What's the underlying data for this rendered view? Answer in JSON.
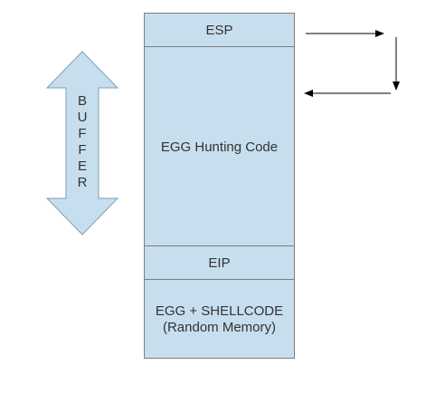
{
  "colors": {
    "box_fill": "#c7deee",
    "box_stroke": "#7f7f7f",
    "arrow_fill": "#c7deee",
    "arrow_stroke": "#7f9fb5",
    "line": "#000000"
  },
  "stack": {
    "esp_label": "ESP",
    "egg_hunting_label": "EGG Hunting Code",
    "eip_label": "EIP",
    "shellcode_line1": "EGG + SHELLCODE",
    "shellcode_line2": "(Random Memory)"
  },
  "buffer": {
    "letters": [
      "B",
      "U",
      "F",
      "F",
      "E",
      "R"
    ]
  },
  "icons": {
    "buffer_arrow": "double-headed-vertical-arrow",
    "loop_arrows": "right-down-left-arrows"
  }
}
